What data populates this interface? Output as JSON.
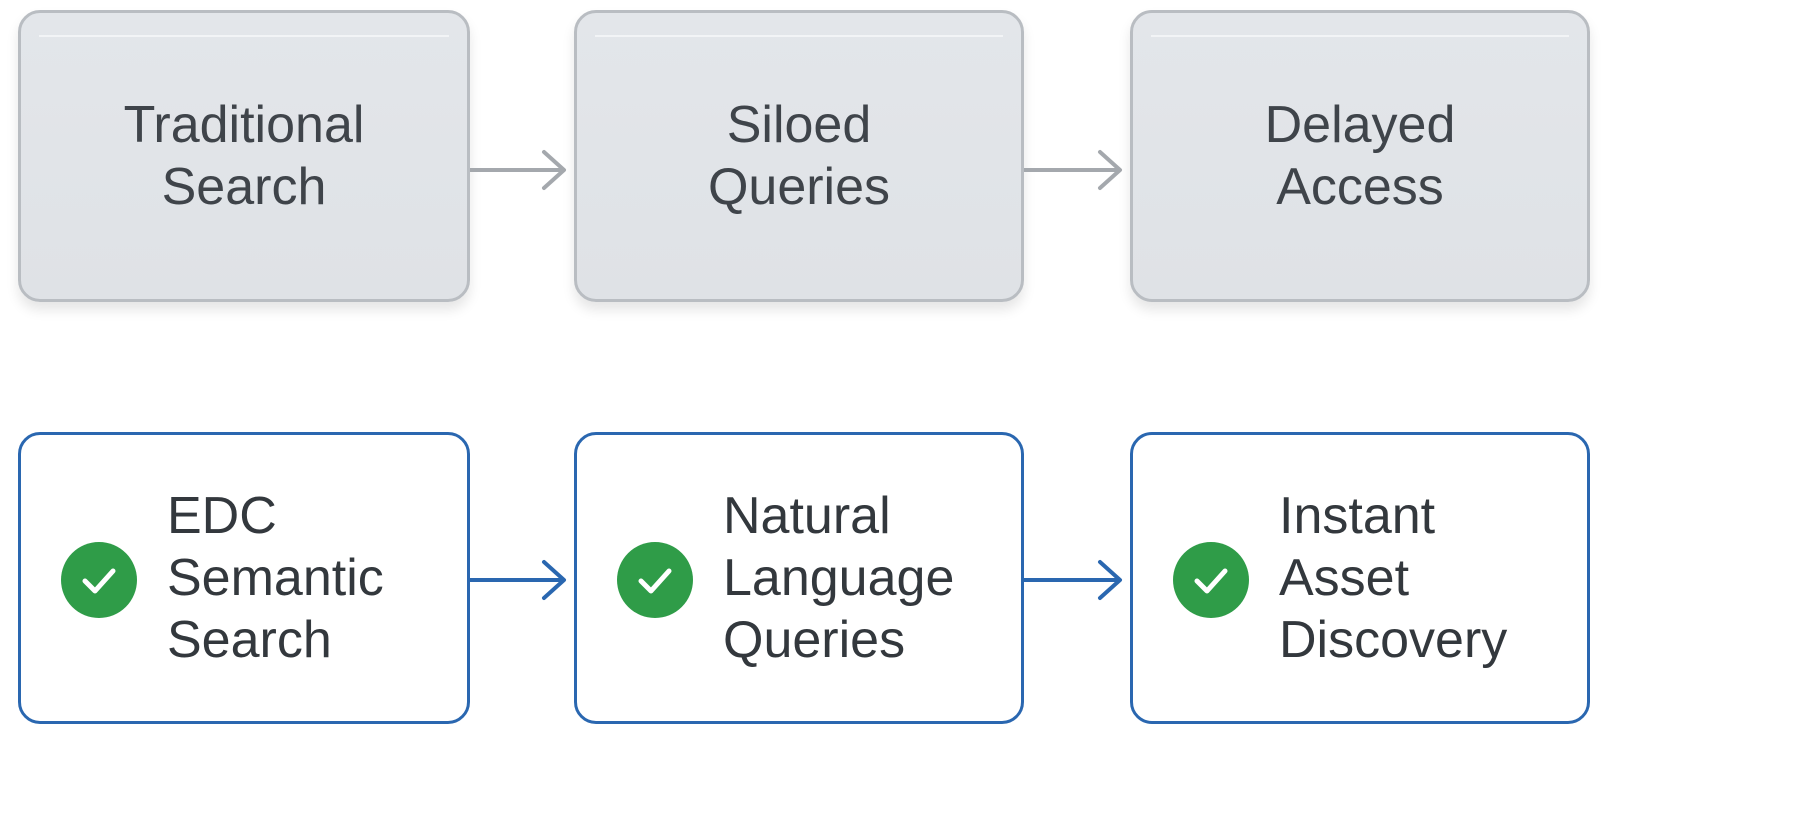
{
  "colors": {
    "traditional_fill": "#e1e4e8",
    "traditional_border": "#b9bdc2",
    "traditional_arrow": "#a4a8ad",
    "edc_border": "#2a67b0",
    "edc_arrow": "#2a67b0",
    "check_badge": "#2f9c48"
  },
  "traditional_flow": {
    "steps": [
      {
        "lines": [
          "Traditional",
          "Search"
        ]
      },
      {
        "lines": [
          "Siloed",
          "Queries"
        ]
      },
      {
        "lines": [
          "Delayed",
          "Access"
        ]
      }
    ]
  },
  "edc_flow": {
    "steps": [
      {
        "icon": "check-circle-icon",
        "lines": [
          "EDC",
          "Semantic",
          "Search"
        ]
      },
      {
        "icon": "check-circle-icon",
        "lines": [
          "Natural",
          "Language",
          "Queries"
        ]
      },
      {
        "icon": "check-circle-icon",
        "lines": [
          "Instant",
          "Asset",
          "Discovery"
        ]
      }
    ]
  }
}
